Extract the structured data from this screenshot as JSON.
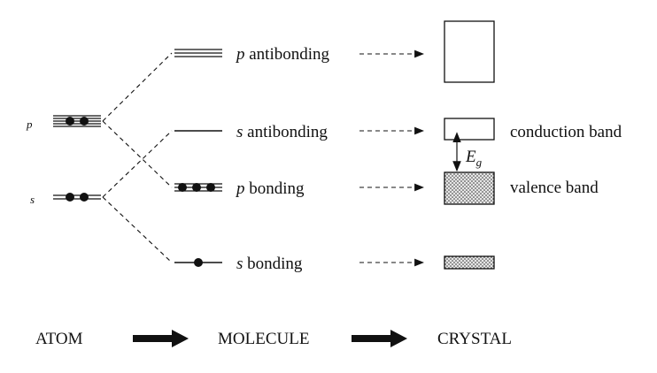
{
  "atom_levels": {
    "p": "p",
    "s": "s"
  },
  "molecule_levels": [
    {
      "italic": "p",
      "text": " antibonding"
    },
    {
      "italic": "s",
      "text": " antibonding"
    },
    {
      "italic": "p",
      "text": " bonding"
    },
    {
      "italic": "s",
      "text": " bonding"
    }
  ],
  "bands": {
    "conduction": "conduction band",
    "valence": "valence band",
    "gap_symbol": "E",
    "gap_subscript": "g"
  },
  "stages": {
    "atom": "ATOM",
    "molecule": "MOLECULE",
    "crystal": "CRYSTAL"
  }
}
